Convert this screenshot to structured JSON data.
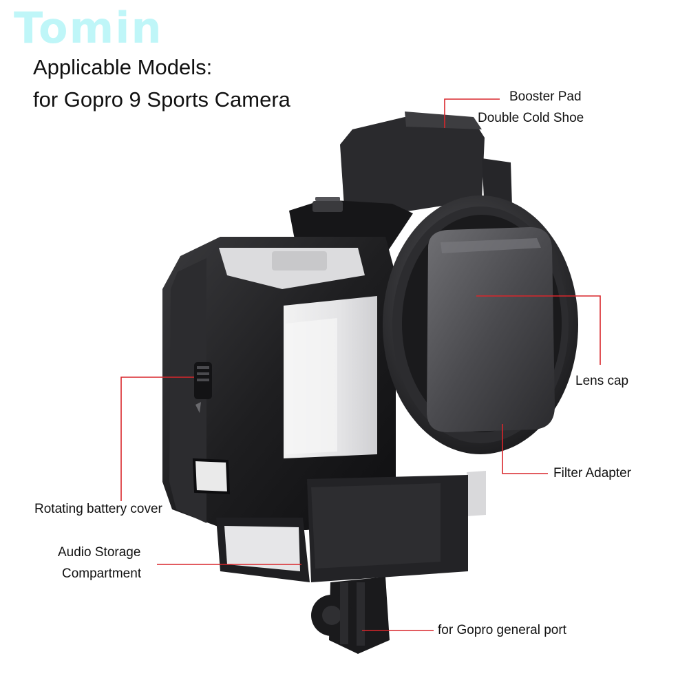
{
  "watermark": "Tomin",
  "headline": {
    "line1": "Applicable Models:",
    "line2": "for Gopro 9 Sports Camera"
  },
  "colors": {
    "leader": "#d9262b",
    "cage": "#1c1c1e",
    "watermark": "#bff6f8"
  },
  "callouts": {
    "booster_pad": "Booster Pad",
    "double_cold_shoe": "Double Cold Shoe",
    "lens_cap": "Lens cap",
    "filter_adapter": "Filter Adapter",
    "rotating_battery_cover": "Rotating battery cover",
    "audio_storage_1": "Audio Storage",
    "audio_storage_2": "Compartment",
    "gopro_port": "for Gopro general port"
  }
}
